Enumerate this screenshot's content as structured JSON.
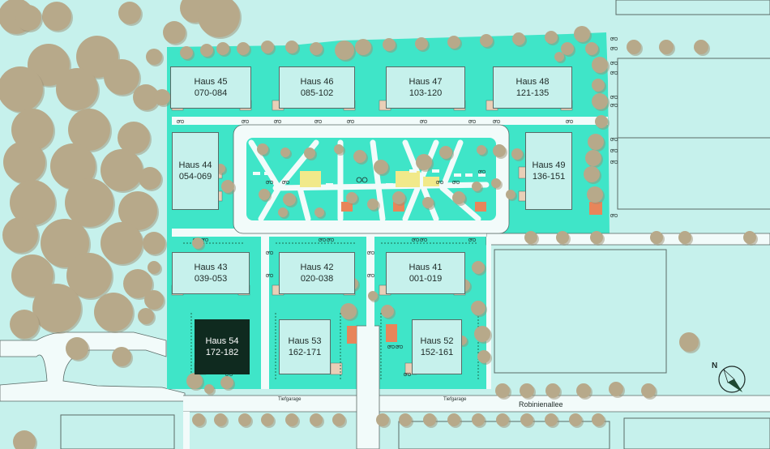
{
  "colors": {
    "background": "#c6f1ec",
    "grounds": "#3fe5c8",
    "paths": "#f2fbfa",
    "building_outline": "#5a6a66",
    "highlight_building": "#0f2a1f",
    "tree": "#b7a98a",
    "playground": "#f1e98a",
    "terrace": "#e9cfb7",
    "sports": "#e8855a"
  },
  "houses": [
    {
      "name": "Haus 45",
      "range": "070-084"
    },
    {
      "name": "Haus 46",
      "range": "085-102"
    },
    {
      "name": "Haus 47",
      "range": "103-120"
    },
    {
      "name": "Haus 48",
      "range": "121-135"
    },
    {
      "name": "Haus 44",
      "range": "054-069"
    },
    {
      "name": "Haus 49",
      "range": "136-151"
    },
    {
      "name": "Haus 43",
      "range": "039-053"
    },
    {
      "name": "Haus 42",
      "range": "020-038"
    },
    {
      "name": "Haus 41",
      "range": "001-019"
    },
    {
      "name": "Haus 54",
      "range": "172-182",
      "highlighted": true
    },
    {
      "name": "Haus 53",
      "range": "162-171"
    },
    {
      "name": "Haus 52",
      "range": "152-161"
    }
  ],
  "garage_labels": [
    "Tiefgarage",
    "Tiefgarage"
  ],
  "street_name": "Robinienallee",
  "north_label": "N",
  "icons": [
    "compass-icon",
    "bicycle-parking-icon",
    "tree-icon",
    "playground-icon"
  ]
}
